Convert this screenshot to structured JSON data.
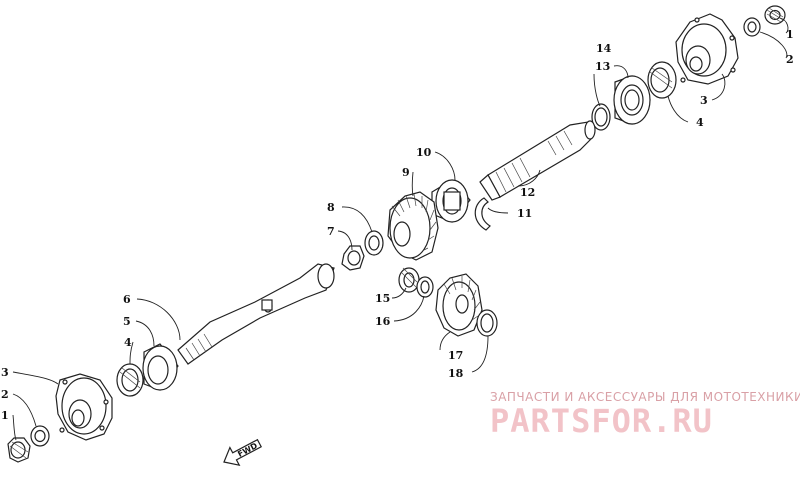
{
  "diagram": {
    "callouts": {
      "c1_top": "1",
      "c2_top": "2",
      "c3_top": "3",
      "c4_top": "4",
      "c13": "13",
      "c14": "14",
      "c10": "10",
      "c9": "9",
      "c12": "12",
      "c11": "11",
      "c8": "8",
      "c7": "7",
      "c15": "15",
      "c16": "16",
      "c17": "17",
      "c18": "18",
      "c6": "6",
      "c5": "5",
      "c4_bot": "4",
      "c3_bot": "3",
      "c2_bot": "2",
      "c1_bot": "1"
    },
    "fwd_label": "FWD"
  },
  "watermark": {
    "line1": "ЗАПЧАСТИ И АКСЕССУАРЫ ДЛЯ МОТОТЕХНИКИ",
    "line2": "PARTSFOR.RU",
    "color_main": "#f2c3c8",
    "color_sub": "#d9a0a6"
  }
}
